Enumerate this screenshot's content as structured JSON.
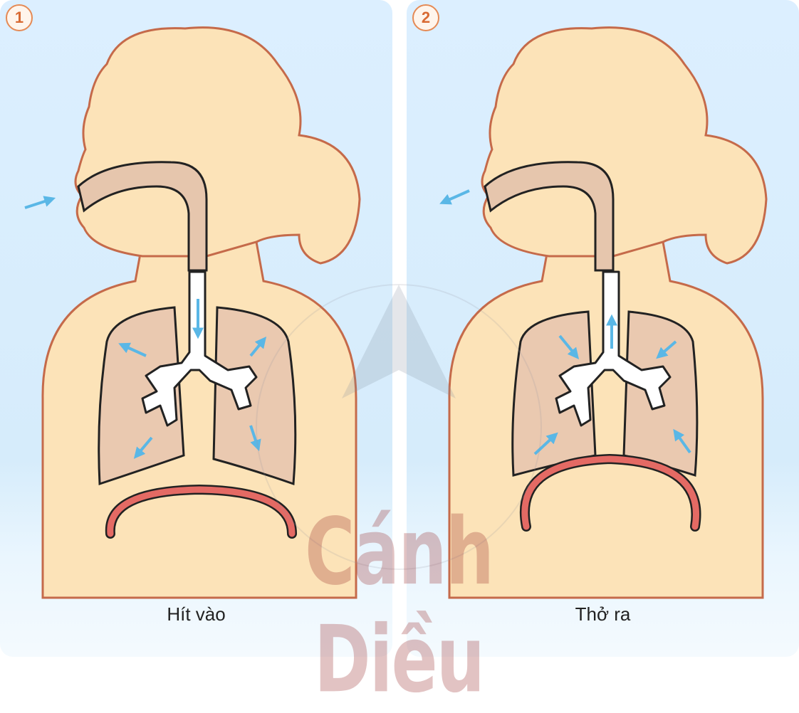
{
  "panels": [
    {
      "number": "1",
      "caption": "Hít vào"
    },
    {
      "number": "2",
      "caption": "Thở ra"
    }
  ],
  "watermark": {
    "text": "Cánh Diều"
  },
  "colors": {
    "background": "#d6ecfb",
    "skin": "#fce3b8",
    "outline": "#c56a4a",
    "airway": "#e6c6ad",
    "lung": "#eac9b0",
    "bronchi": "#ffffff",
    "diaphragm": "#e46a64",
    "arrow": "#5ab7e6",
    "badge": "#e58a55"
  }
}
